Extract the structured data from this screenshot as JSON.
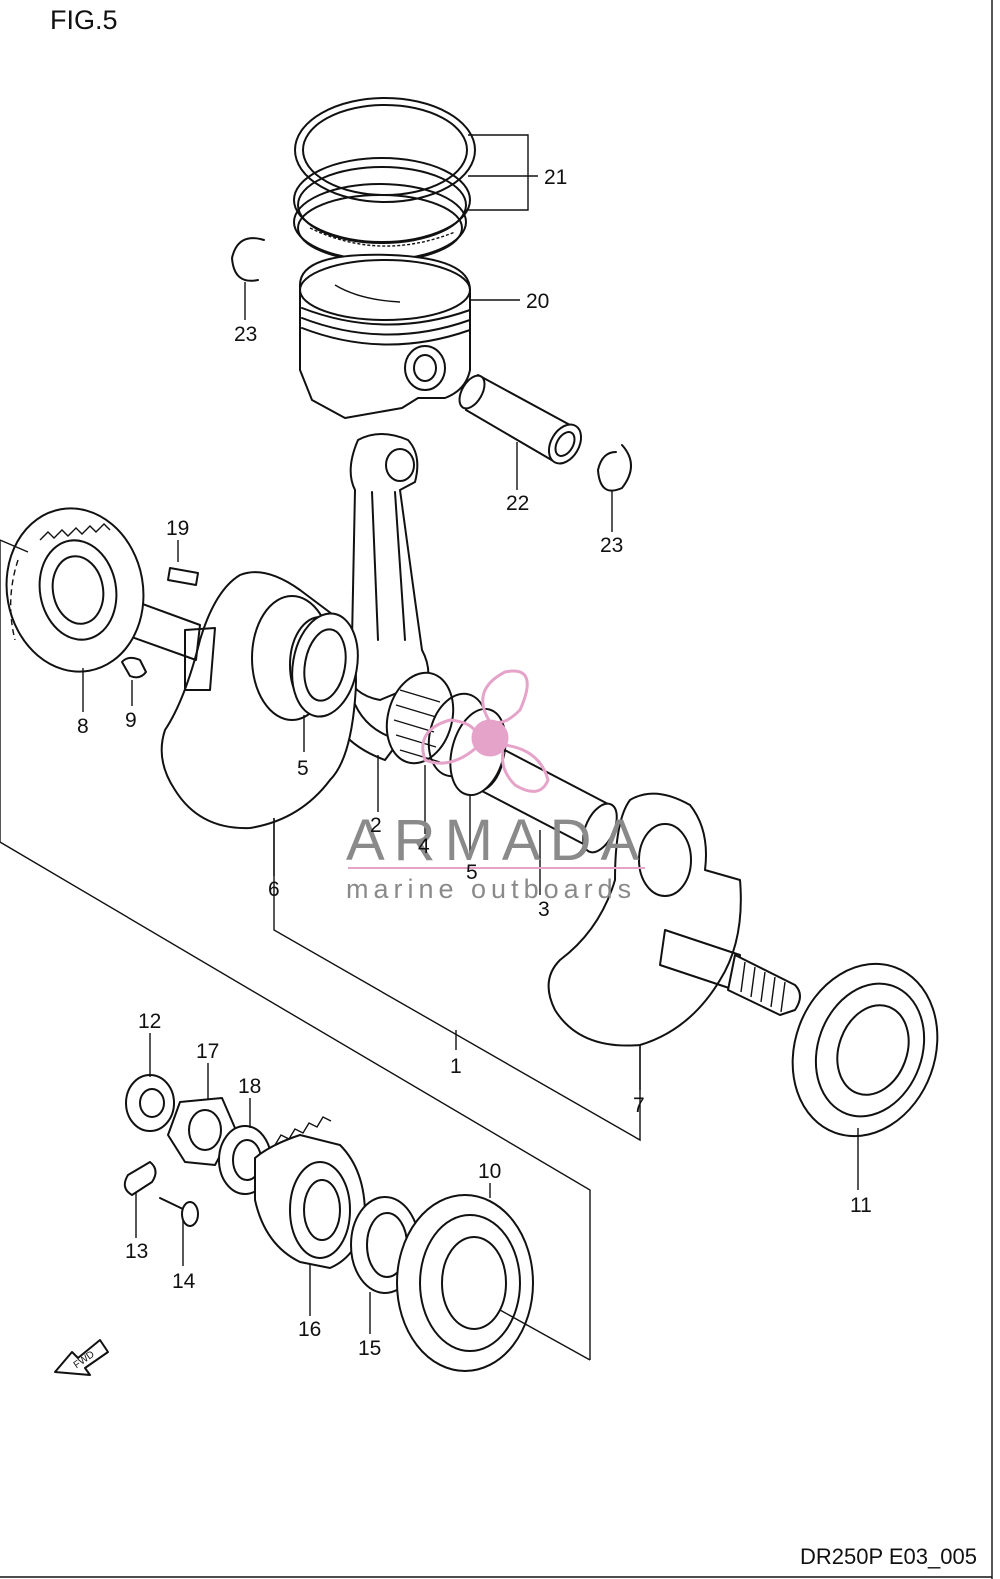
{
  "figure_title": "FIG.5",
  "drawing_code": "DR250P E03_005",
  "watermark": {
    "brand": "ARMADA",
    "tagline": "marine outboards",
    "logo_color": "#e6a3c9",
    "text_color": "#8a8a8a"
  },
  "fwd_badge": "FWD",
  "part_numbers": [
    "1",
    "2",
    "3",
    "4",
    "5",
    "5",
    "6",
    "7",
    "8",
    "9",
    "10",
    "11",
    "12",
    "13",
    "14",
    "15",
    "16",
    "17",
    "18",
    "19",
    "20",
    "21",
    "22",
    "23",
    "23"
  ]
}
